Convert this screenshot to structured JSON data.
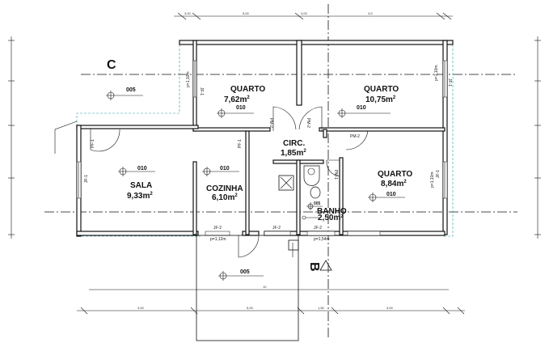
{
  "section_marks": {
    "c": "C",
    "b": "B"
  },
  "rooms": {
    "quarto1": {
      "name": "QUARTO",
      "area": "7,62m",
      "level": "010"
    },
    "quarto2": {
      "name": "QUARTO",
      "area": "10,75m",
      "level": "010"
    },
    "circ": {
      "name": "CIRC.",
      "area": "1,85m"
    },
    "sala": {
      "name": "SALA",
      "area": "9,33m",
      "level": "010"
    },
    "cozinha": {
      "name": "COZINHA",
      "area": "6,10m",
      "level": "010"
    },
    "banho": {
      "name": "BANHO",
      "area": "2,50m",
      "level": "005"
    },
    "quarto3": {
      "name": "QUARTO",
      "area": "8,84m",
      "level": "010"
    }
  },
  "superscript": "2",
  "exterior_levels": {
    "top_left": "005",
    "bottom": "005"
  },
  "door_tags": {
    "pm_left": "PM-2",
    "pm_right": "PM-2",
    "pm_circ": "PM-2",
    "pm_bath": "PM-1",
    "pf_sala": "PF-1",
    "pf_cozinha": "PF-1"
  },
  "window_tags": {
    "jf_q1": "JF-1",
    "jf_q2": "JF-1",
    "jf_sala": "JF-1",
    "jf_q3": "JF-1",
    "jf_bottom1": "JF-2",
    "jf_bottom2": "JF-2",
    "jf_bottom3": "JF-2",
    "p_left": "p=1,12m",
    "p_mid": "p=1,54m",
    "p_q1": "p=1,10m",
    "p_q2": "p=1,10m",
    "p_q3": "p=1,10m"
  },
  "dims_top": [
    "3,00",
    "5,00",
    "3,00",
    "4,5"
  ],
  "dims_bottom": [
    "3,00",
    "5,00",
    "1,50",
    "3,00"
  ],
  "dim_overall": "10"
}
